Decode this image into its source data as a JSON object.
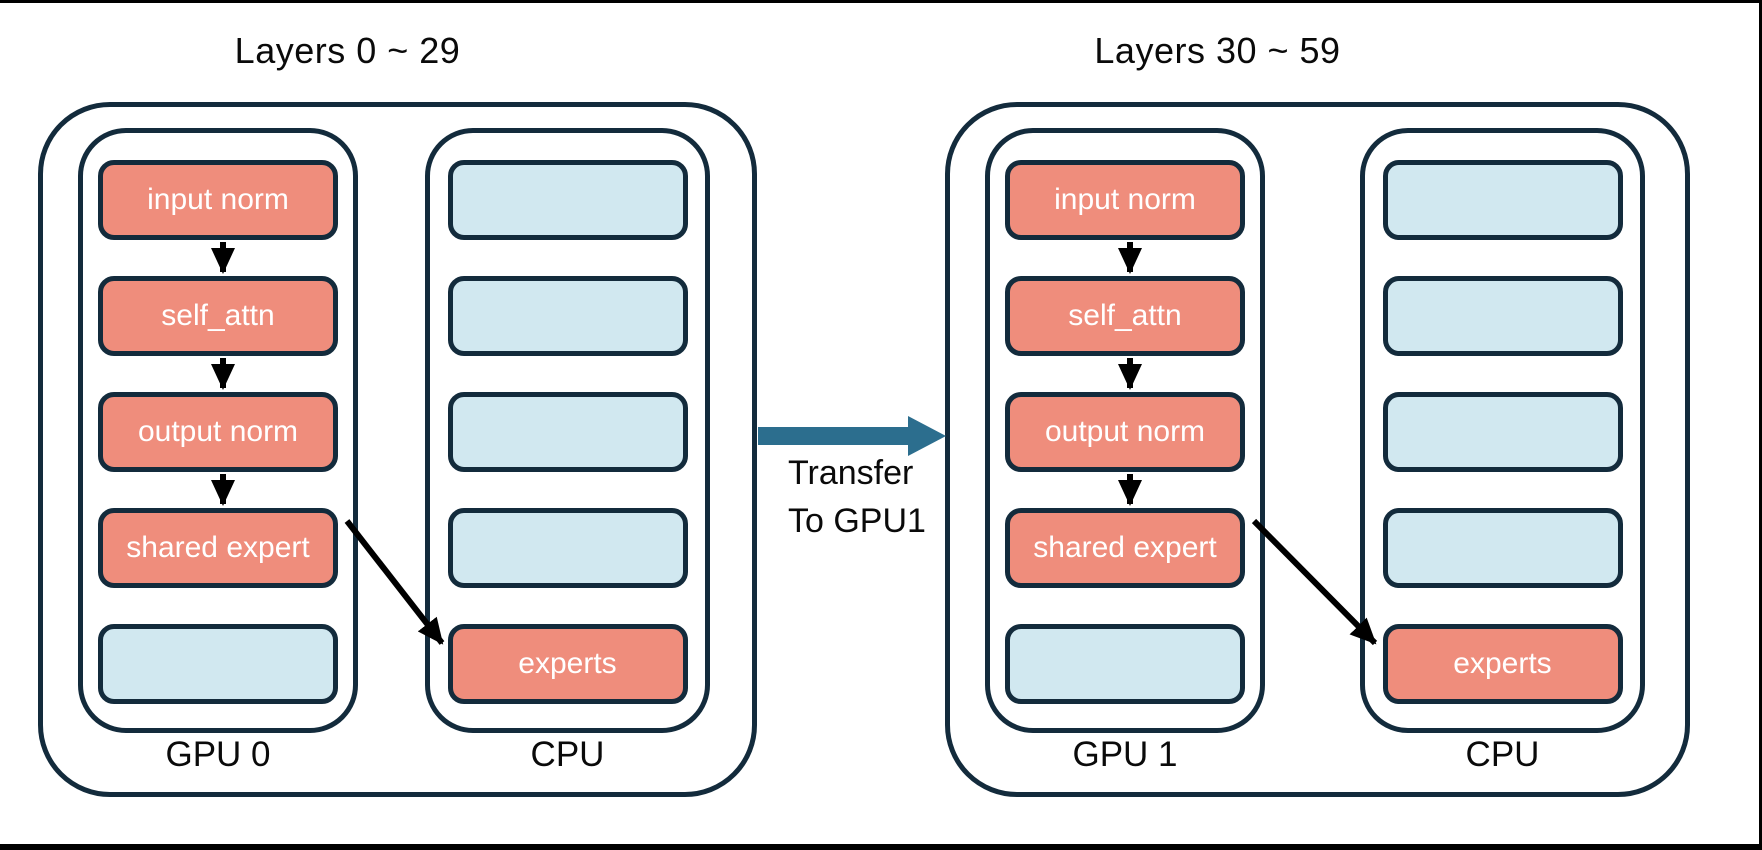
{
  "colors": {
    "outline": "#132B3C",
    "salmon_fill": "#EF8D7C",
    "blue_fill": "#D1E8F0",
    "flow_arrow": "#000000",
    "transfer_arrow": "#2C6E8E",
    "node_text": "#FFFFFF",
    "label_text": "#0A0A0A"
  },
  "groups": [
    {
      "title": "Layers 0 ~ 29",
      "gpu": {
        "label": "GPU 0",
        "boxes": [
          {
            "text": "input norm",
            "type": "salmon"
          },
          {
            "text": "self_attn",
            "type": "salmon"
          },
          {
            "text": "output norm",
            "type": "salmon"
          },
          {
            "text": "shared expert",
            "type": "salmon"
          },
          {
            "text": "",
            "type": "blue"
          }
        ]
      },
      "cpu": {
        "label": "CPU",
        "boxes": [
          {
            "text": "",
            "type": "blue"
          },
          {
            "text": "",
            "type": "blue"
          },
          {
            "text": "",
            "type": "blue"
          },
          {
            "text": "",
            "type": "blue"
          },
          {
            "text": "experts",
            "type": "salmon"
          }
        ]
      }
    },
    {
      "title": "Layers 30 ~ 59",
      "gpu": {
        "label": "GPU 1",
        "boxes": [
          {
            "text": "input norm",
            "type": "salmon"
          },
          {
            "text": "self_attn",
            "type": "salmon"
          },
          {
            "text": "output norm",
            "type": "salmon"
          },
          {
            "text": "shared expert",
            "type": "salmon"
          },
          {
            "text": "",
            "type": "blue"
          }
        ]
      },
      "cpu": {
        "label": "CPU",
        "boxes": [
          {
            "text": "",
            "type": "blue"
          },
          {
            "text": "",
            "type": "blue"
          },
          {
            "text": "",
            "type": "blue"
          },
          {
            "text": "",
            "type": "blue"
          },
          {
            "text": "experts",
            "type": "salmon"
          }
        ]
      }
    }
  ],
  "transfer": {
    "line1": "Transfer",
    "line2": "To GPU1"
  }
}
